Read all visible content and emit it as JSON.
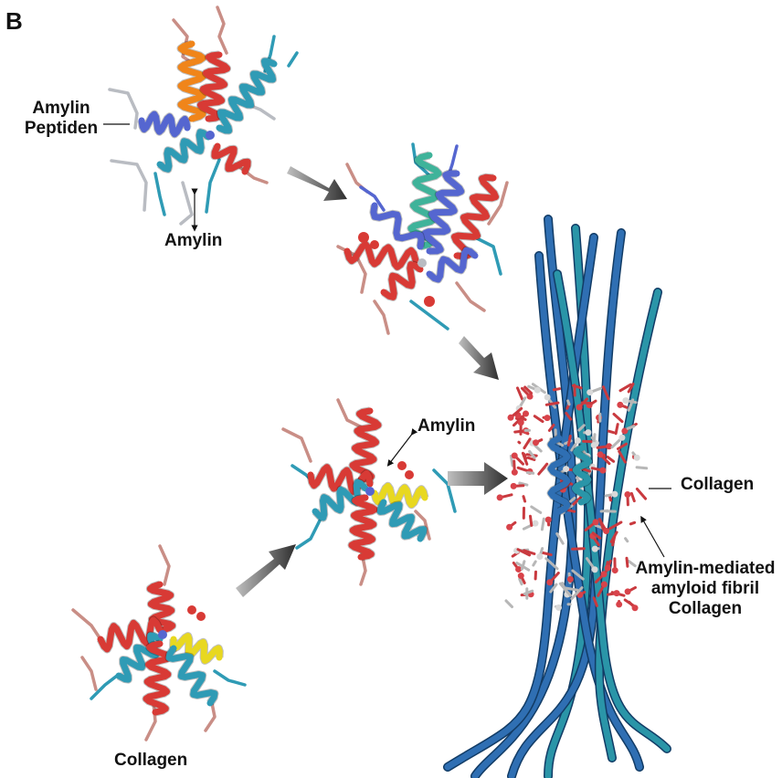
{
  "figure": {
    "panel_letter": "B",
    "labels": {
      "amylin_peptiden_line1": "Amylin",
      "amylin_peptiden_line2": "Peptiden",
      "amylin_top": "Amylin",
      "amylin_mid": "Amylin",
      "collagen_right": "Collagen",
      "fibril_line1": "Amylin-mediated",
      "fibril_line2": "amyloid fibril",
      "fibril_line3": "Collagen",
      "collagen_bottom": "Collagen"
    },
    "colors": {
      "orange_helix": "#f0851a",
      "red_helix": "#d83a35",
      "teal_helix": "#2f9bb5",
      "blue_helix": "#5566d0",
      "yellow_helix": "#e8d820",
      "green_helix": "#3fb39a",
      "fibril_blue": "#2f6fb3",
      "fibril_teal": "#2a95a8",
      "coil_pink": "#c98e86",
      "coil_grey": "#b9bcc2",
      "arrow_dark": "#3a3a3a"
    },
    "structures": [
      "amylin-peptide-bundle",
      "mixed-helix-bundle",
      "amylin-collagen-bundle-mid",
      "collagen-bundle-bottom",
      "amyloid-fibril-collagen-complex"
    ]
  }
}
